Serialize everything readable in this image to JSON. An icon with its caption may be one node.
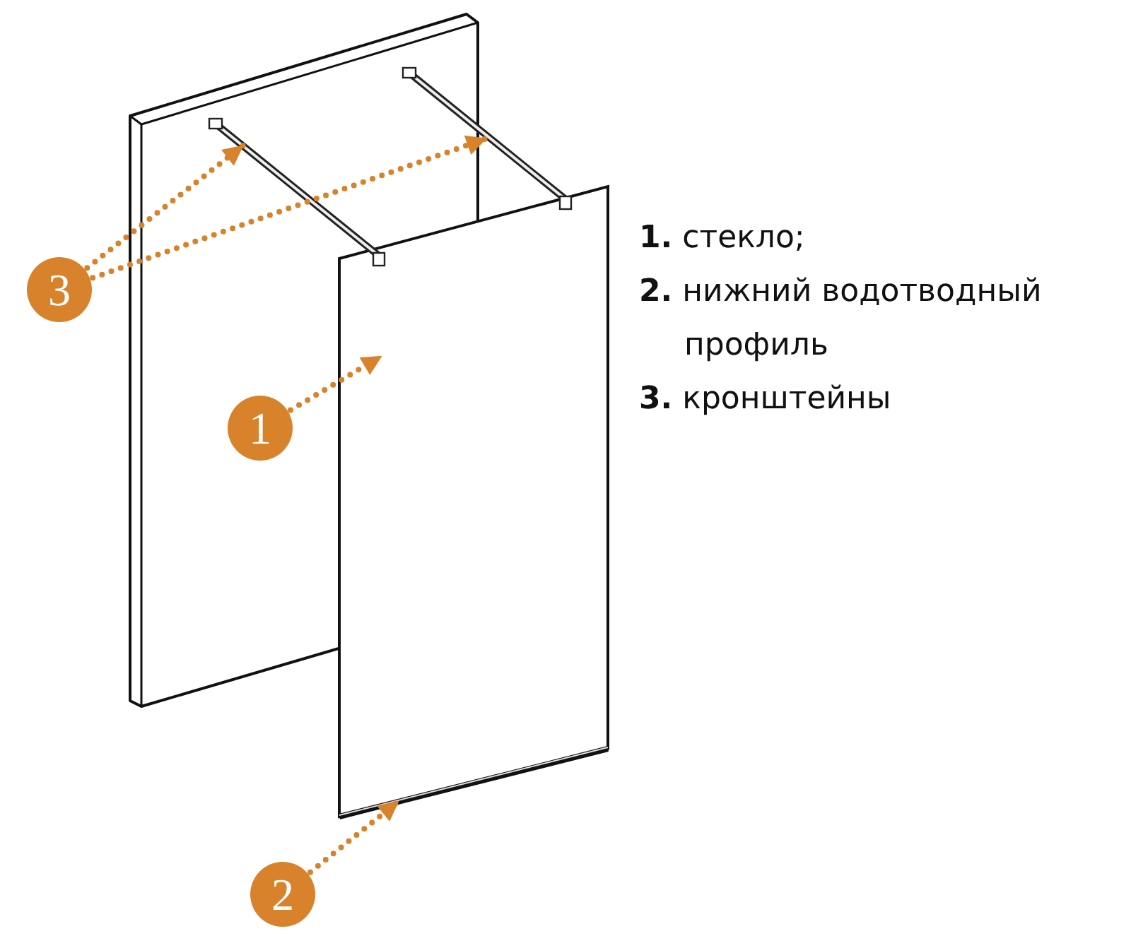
{
  "diagram": {
    "nodes": [
      {
        "text": [
          "3"
        ]
      },
      {
        "text": [
          "1"
        ]
      },
      {
        "text": [
          "2"
        ]
      },
      {
        "text": [],
        "shape": "bar"
      },
      {
        "text": [],
        "shape": "bar"
      },
      {
        "text": [],
        "shape": "box"
      },
      {
        "text": [],
        "shape": "bar",
        "in": 5
      }
    ],
    "edges": [
      {
        "from": 0,
        "to": 3,
        "arrow": "to",
        "style": "dashed"
      },
      {
        "from": 0,
        "to": 4,
        "arrow": "to",
        "style": "dashed"
      },
      {
        "from": 1,
        "to": 5,
        "arrow": "to",
        "style": "dashed"
      },
      {
        "from": 2,
        "to": 6,
        "arrow": "to",
        "style": "dashed"
      }
    ],
    "labels": [
      "**1.** стекло;",
      "**2.** нижний водотводный профиль",
      "**3.** кронштейны"
    ]
  }
}
